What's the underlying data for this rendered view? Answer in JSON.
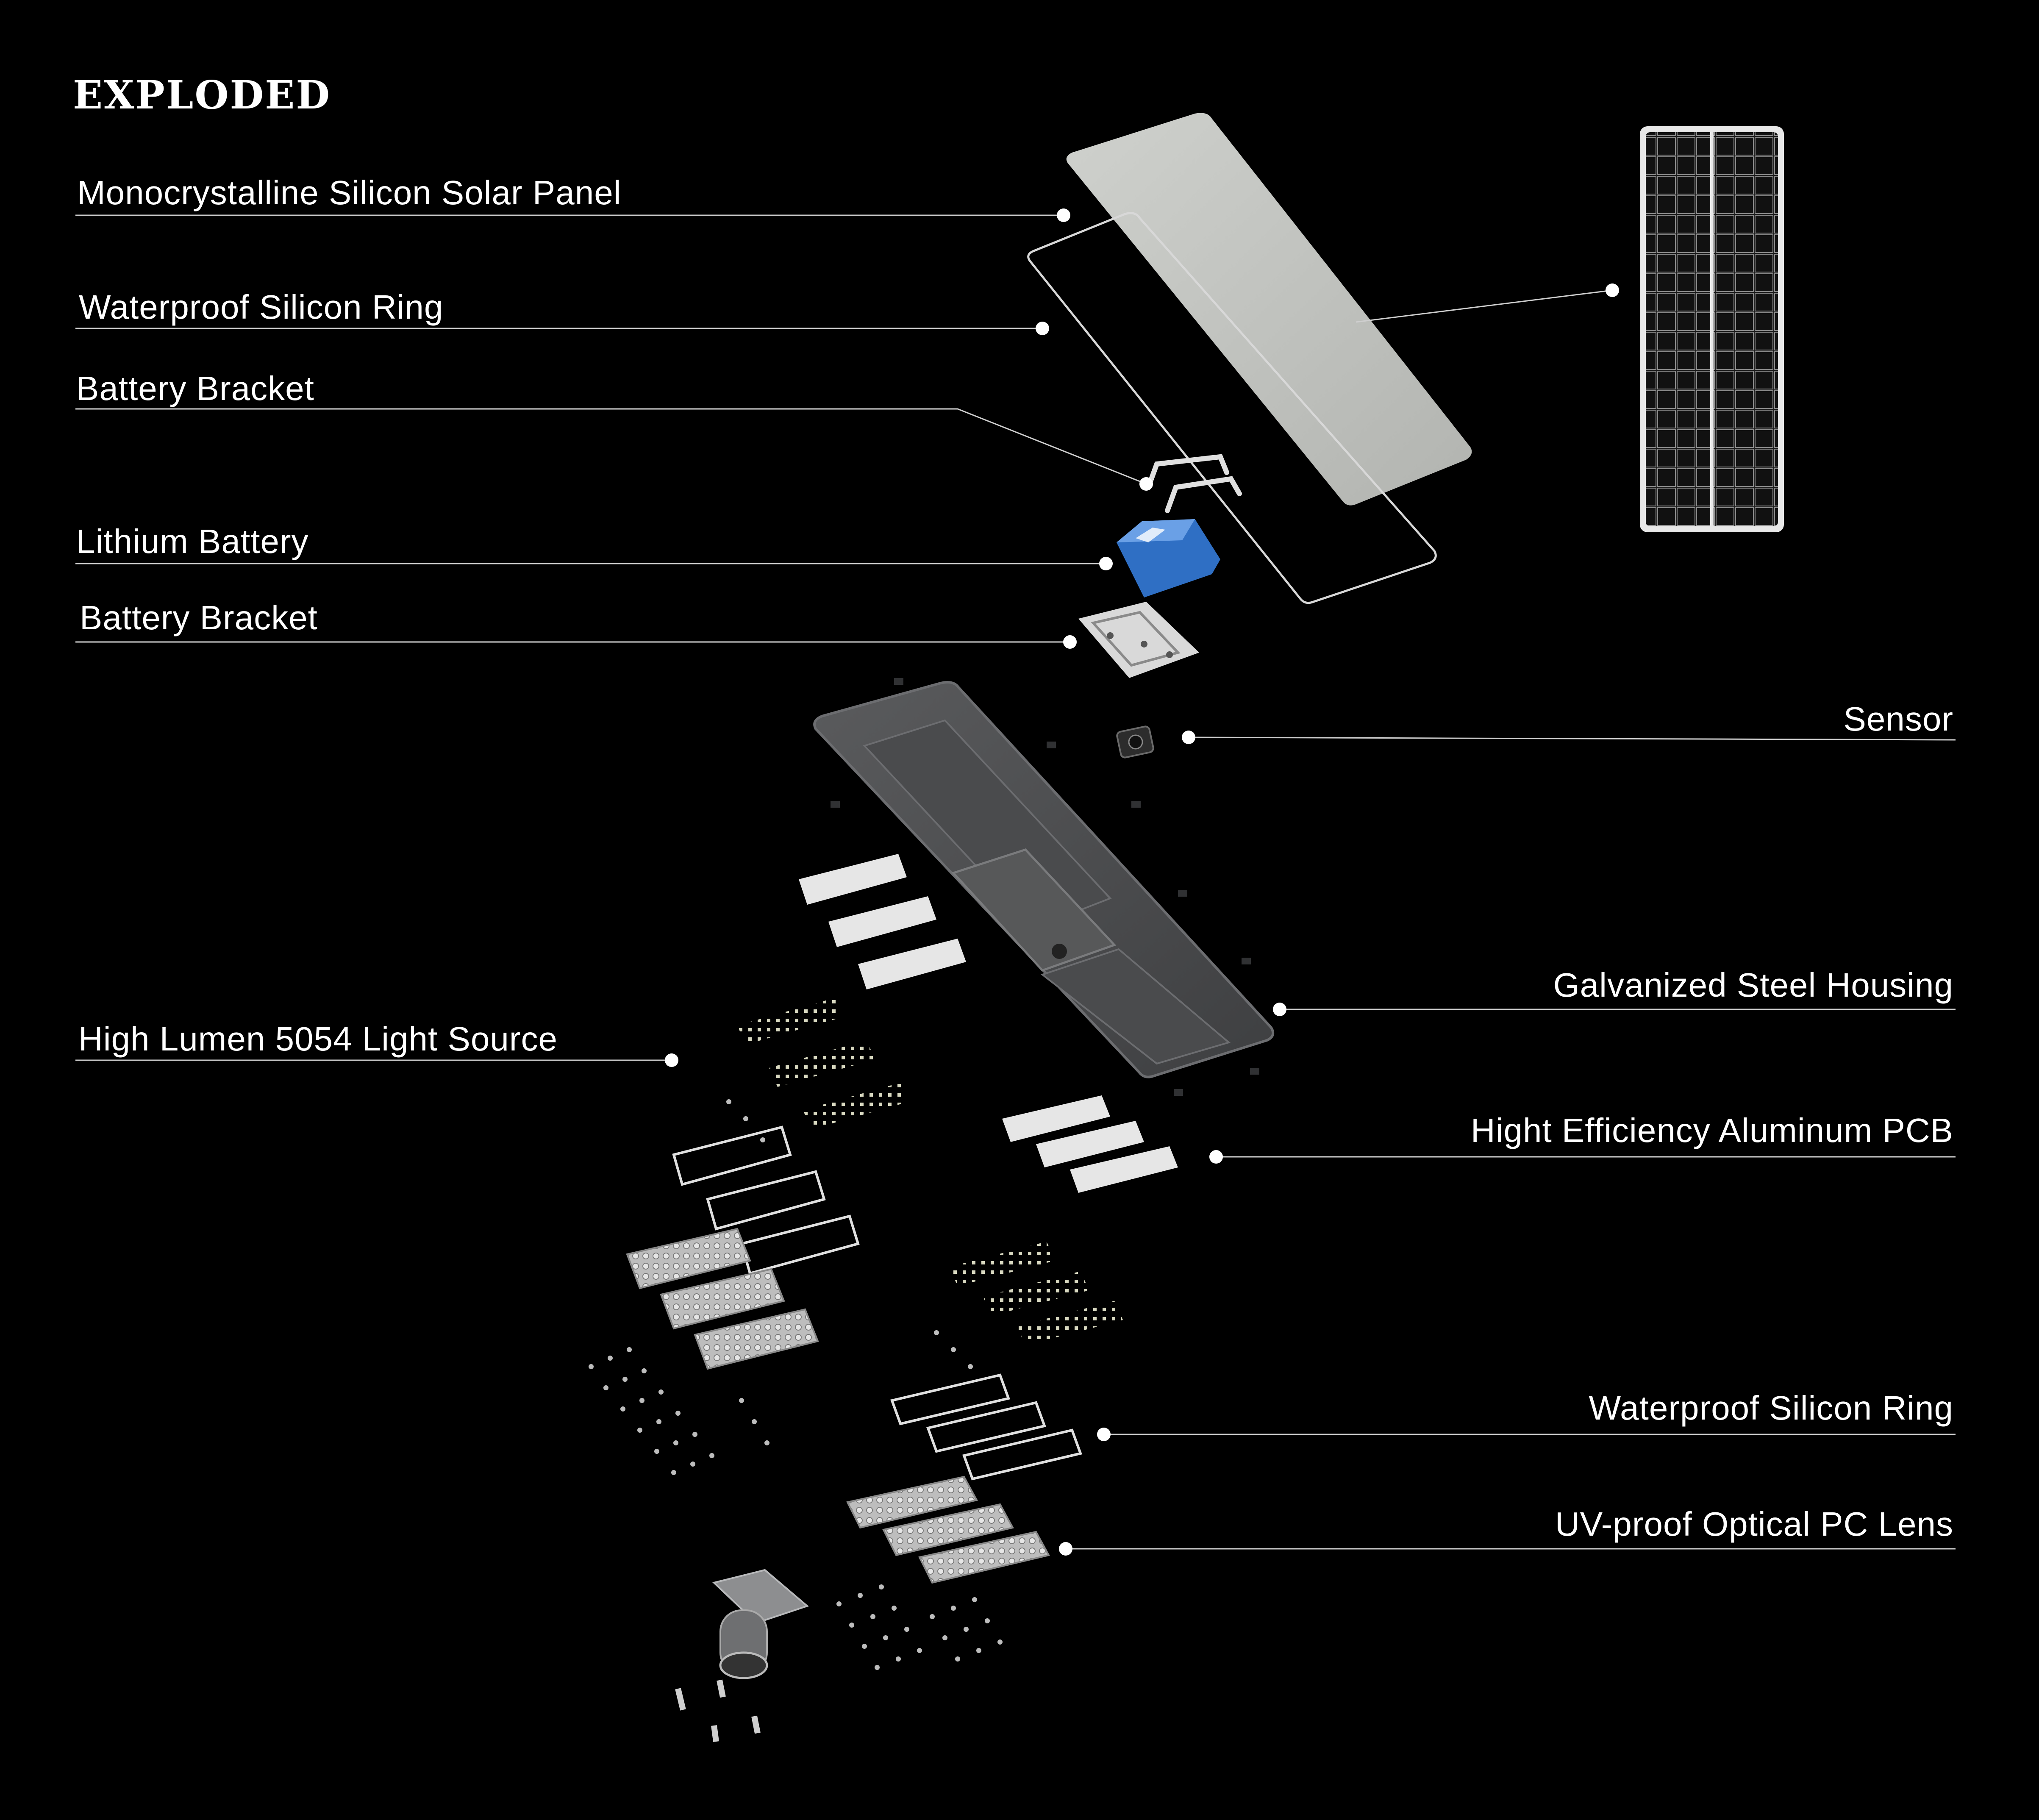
{
  "diagram": {
    "title": "EXPLODED",
    "labels": {
      "solar_panel": "Monocrystalline Silicon Solar Panel",
      "silicon_ring_top": "Waterproof Silicon Ring",
      "battery_bracket_top": "Battery Bracket",
      "lithium_battery": "Lithium Battery",
      "battery_bracket_bottom": "Battery Bracket",
      "sensor": "Sensor",
      "housing": "Galvanized Steel Housing",
      "light_source": "High Lumen 5054 Light Source",
      "pcb": "Hight Efficiency Aluminum  PCB",
      "silicon_ring_bottom": "Waterproof Silicon Ring",
      "lens": "UV-proof Optical PC Lens"
    },
    "colors": {
      "background": "#000000",
      "text": "#ffffff",
      "leader_line": "#cfcfcf",
      "panel": "#c3c5c1",
      "battery": "#2f6fc4",
      "housing": "#4e4f51"
    }
  }
}
